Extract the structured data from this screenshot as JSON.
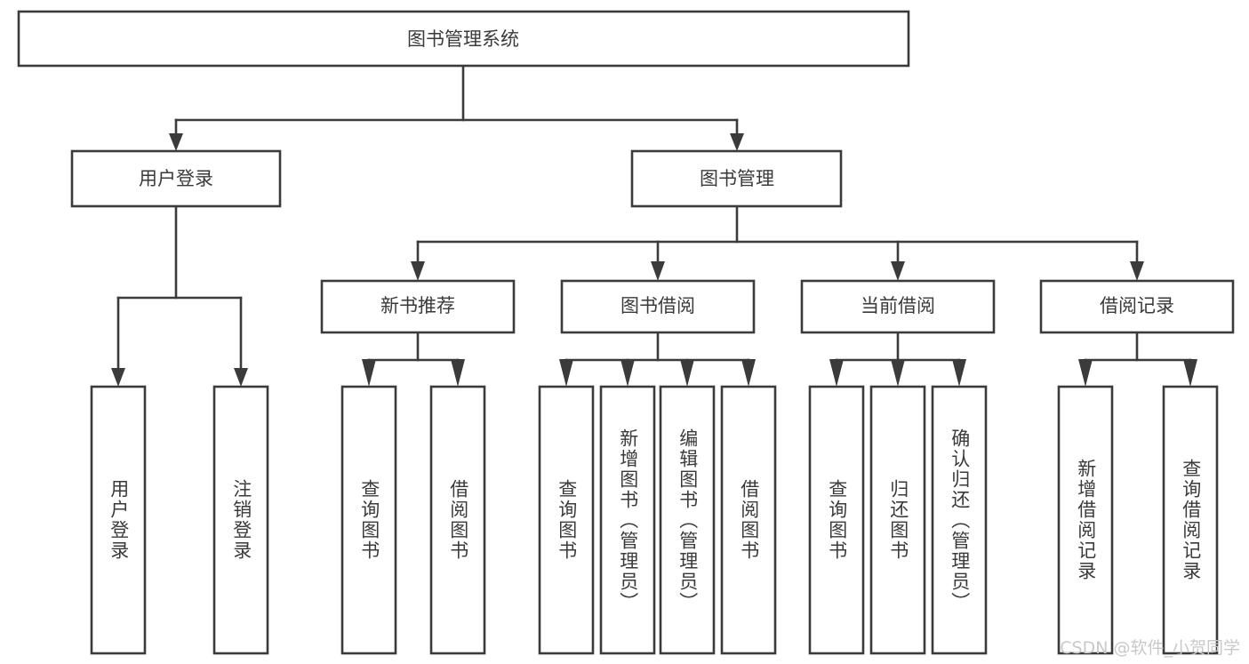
{
  "diagram": {
    "title": "图书管理系统",
    "type": "hierarchy-tree",
    "root": {
      "label": "图书管理系统"
    },
    "level2": [
      {
        "label": "用户登录"
      },
      {
        "label": "图书管理"
      }
    ],
    "level3": [
      {
        "label": "新书推荐"
      },
      {
        "label": "图书借阅"
      },
      {
        "label": "当前借阅"
      },
      {
        "label": "借阅记录"
      }
    ],
    "leaves": {
      "user_login": [
        {
          "label": "用户登录"
        },
        {
          "label": "注销登录"
        }
      ],
      "new_book_recommend": [
        {
          "label": "查询图书"
        },
        {
          "label": "借阅图书"
        }
      ],
      "book_borrow": [
        {
          "label": "查询图书"
        },
        {
          "label": "新增图书（管理员）"
        },
        {
          "label": "编辑图书（管理员）"
        },
        {
          "label": "借阅图书"
        }
      ],
      "current_borrow": [
        {
          "label": "查询图书"
        },
        {
          "label": "归还图书"
        },
        {
          "label": "确认归还（管理员）"
        }
      ],
      "borrow_record": [
        {
          "label": "新增借阅记录"
        },
        {
          "label": "查询借阅记录"
        }
      ]
    },
    "watermark": "CSDN @软件_小贺同学",
    "colors": {
      "stroke": "#3b3b3b",
      "fill": "#ffffff",
      "text": "#3a3a3a",
      "watermark": "#c9c9c9",
      "background": "#ffffff"
    }
  }
}
